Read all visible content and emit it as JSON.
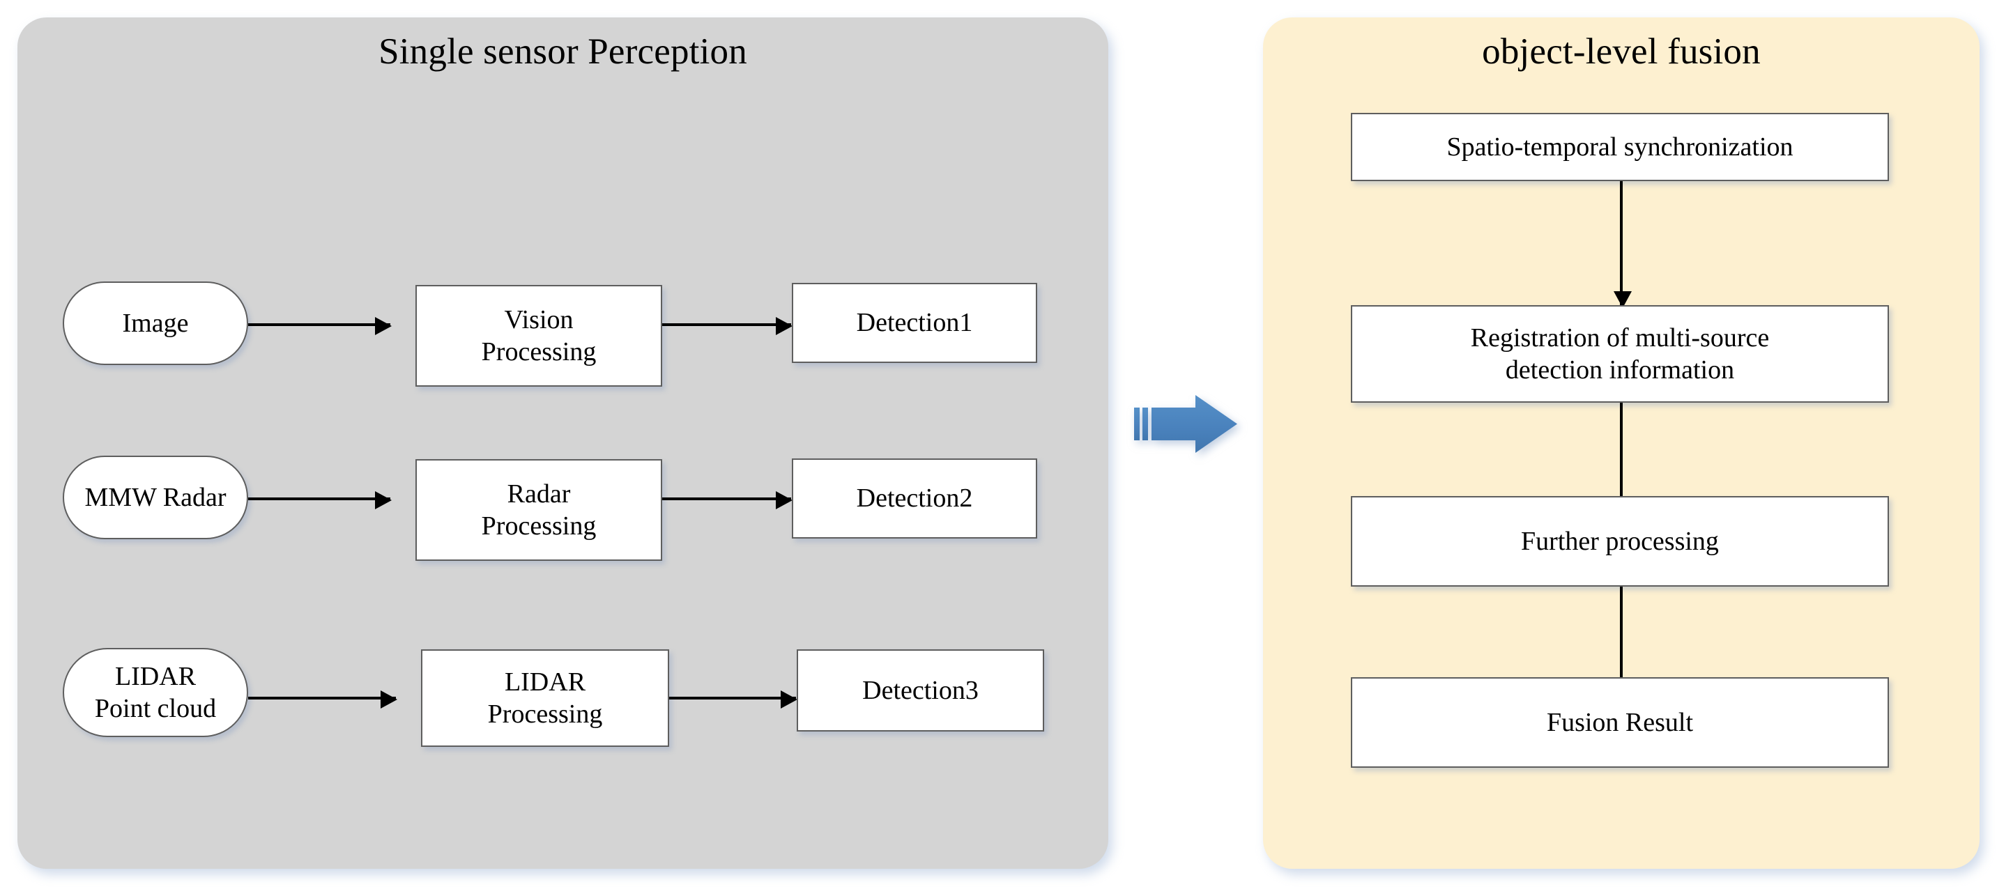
{
  "diagram": {
    "title_left": "Single sensor Perception",
    "title_right": "object-level fusion",
    "colors": {
      "panel_left_bg": "#D4D4D4",
      "panel_right_bg": "#FDF0D0",
      "node_fill": "#FFFFFF",
      "node_border": "#5E5E5E",
      "arrow_black": "#000000",
      "block_arrow_blue": "#4A82BD",
      "block_arrow_blue_dark": "#3F74AB"
    }
  },
  "left_panel": {
    "title": "Single sensor Perception",
    "rows": [
      {
        "source": "Image",
        "processing": "Vision\nProcessing",
        "detection": "Detection1"
      },
      {
        "source": "MMW Radar",
        "processing": "Radar\nProcessing",
        "detection": "Detection2"
      },
      {
        "source": "LIDAR\nPoint cloud",
        "processing": "LIDAR\nProcessing",
        "detection": "Detection3"
      }
    ]
  },
  "right_panel": {
    "title": "object-level fusion",
    "steps": [
      {
        "label": "Spatio-temporal synchronization"
      },
      {
        "label": "Registration of multi-source\ndetection information"
      },
      {
        "label": "Further processing"
      },
      {
        "label": "Fusion Result"
      }
    ]
  },
  "connector": {
    "block_arrow_name": "striped-right-arrow"
  }
}
